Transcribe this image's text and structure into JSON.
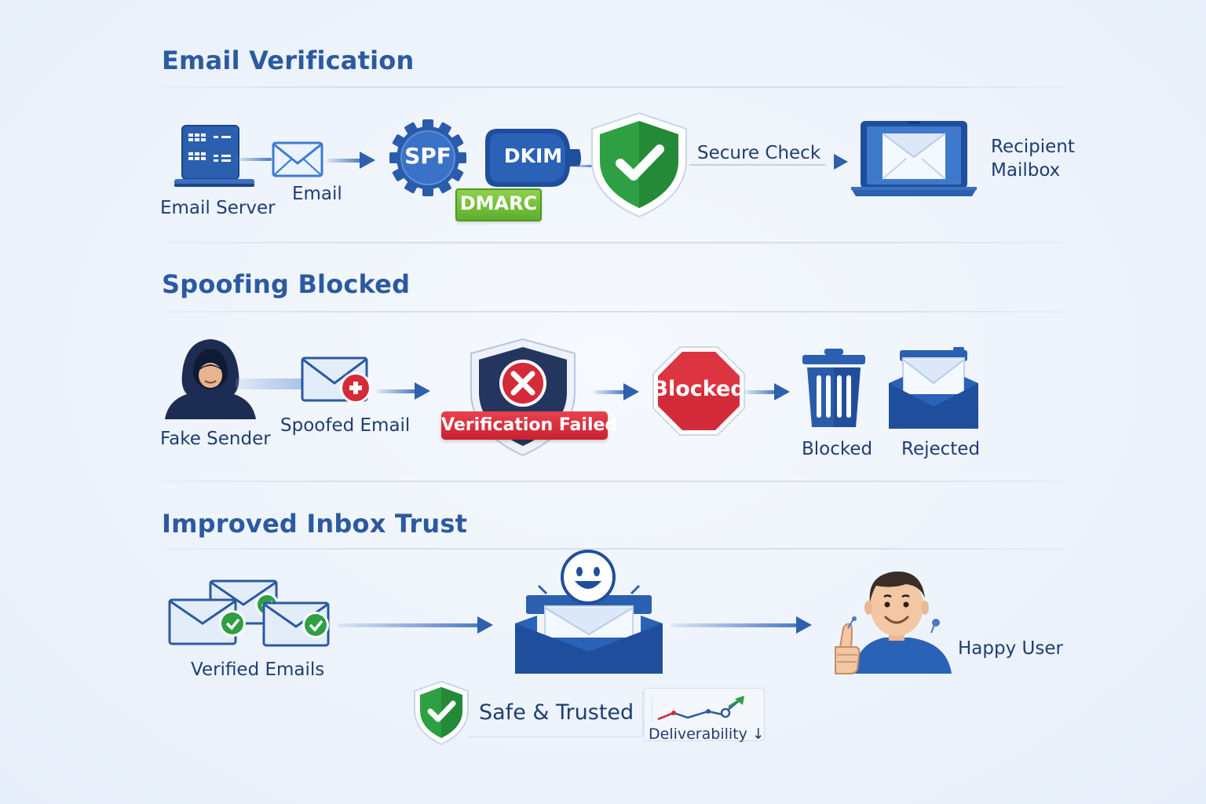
{
  "sections": {
    "verification": {
      "title": "Email Verification",
      "email_server": "Email Server",
      "email": "Email",
      "spf": "SPF",
      "dkim": "DKIM",
      "dmarc": "DMARC",
      "secure_check": "Secure Check",
      "recipient_line1": "Recipient",
      "recipient_line2": "Mailbox"
    },
    "spoofing": {
      "title": "Spoofing Blocked",
      "fake_sender": "Fake Sender",
      "spoofed_email": "Spoofed Email",
      "verification_failed": "Verification Failed",
      "stop_sign": "Blocked",
      "blocked": "Blocked",
      "rejected": "Rejected"
    },
    "trust": {
      "title": "Improved Inbox Trust",
      "verified_emails": "Verified Emails",
      "safe_trusted": "Safe & Trusted",
      "deliverability": "Deliverability",
      "deliverability_arrow": "↓",
      "happy_user": "Happy User"
    }
  },
  "colors": {
    "title_blue": "#2c5aa0",
    "dark_blue": "#1f4f9c",
    "green": "#2ea043",
    "red": "#d42b3a",
    "dmarc_green": "#7cc242"
  },
  "icons": [
    "server-icon",
    "envelope-icon",
    "spf-gear-icon",
    "dkim-key-icon",
    "shield-check-icon",
    "laptop-mail-icon",
    "hacker-icon",
    "spoofed-envelope-icon",
    "shield-x-icon",
    "stop-sign-icon",
    "trash-icon",
    "inbox-tray-icon",
    "smiley-icon",
    "user-thumbs-up-icon",
    "trend-chart-icon"
  ]
}
